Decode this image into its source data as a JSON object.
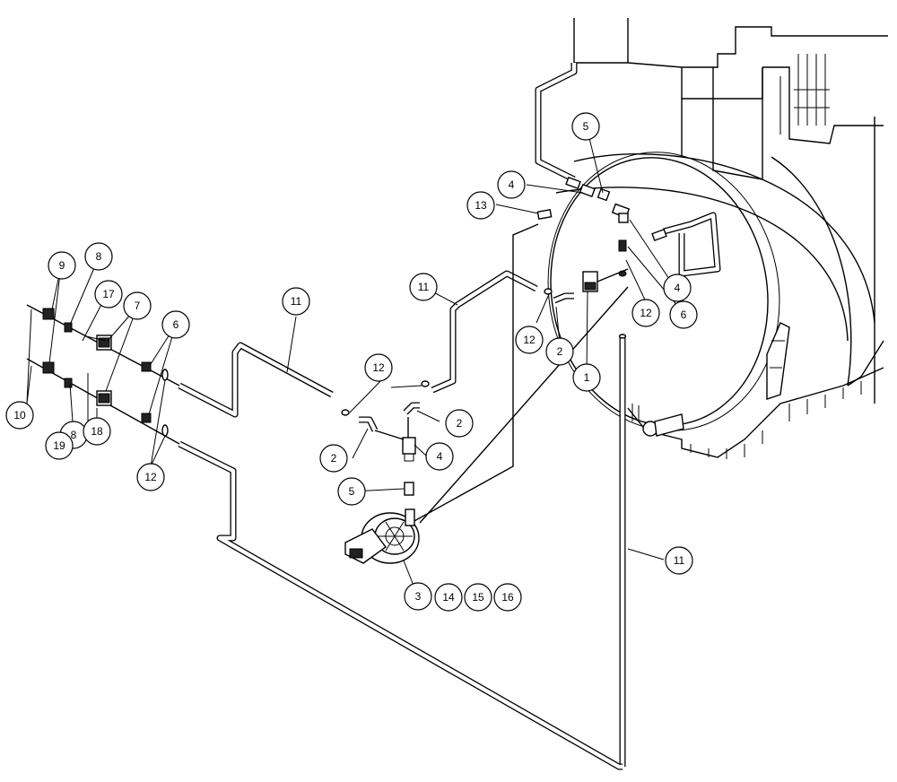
{
  "callouts": [
    {
      "id": "c1",
      "label": "1"
    },
    {
      "id": "c2a",
      "label": "2"
    },
    {
      "id": "c2b",
      "label": "2"
    },
    {
      "id": "c2c",
      "label": "2"
    },
    {
      "id": "c3",
      "label": "3"
    },
    {
      "id": "c4a",
      "label": "4"
    },
    {
      "id": "c4b",
      "label": "4"
    },
    {
      "id": "c4c",
      "label": "4"
    },
    {
      "id": "c5a",
      "label": "5"
    },
    {
      "id": "c5b",
      "label": "5"
    },
    {
      "id": "c6a",
      "label": "6"
    },
    {
      "id": "c6b",
      "label": "6"
    },
    {
      "id": "c7",
      "label": "7"
    },
    {
      "id": "c8a",
      "label": "8"
    },
    {
      "id": "c8b",
      "label": "8"
    },
    {
      "id": "c9",
      "label": "9"
    },
    {
      "id": "c10",
      "label": "10"
    },
    {
      "id": "c11a",
      "label": "11"
    },
    {
      "id": "c11b",
      "label": "11"
    },
    {
      "id": "c11c",
      "label": "11"
    },
    {
      "id": "c12a",
      "label": "12"
    },
    {
      "id": "c12b",
      "label": "12"
    },
    {
      "id": "c12c",
      "label": "12"
    },
    {
      "id": "c12d",
      "label": "12"
    },
    {
      "id": "c13",
      "label": "13"
    },
    {
      "id": "c14",
      "label": "14"
    },
    {
      "id": "c15",
      "label": "15"
    },
    {
      "id": "c16",
      "label": "16"
    },
    {
      "id": "c17",
      "label": "17"
    },
    {
      "id": "c18",
      "label": "18"
    },
    {
      "id": "c19",
      "label": "19"
    }
  ]
}
